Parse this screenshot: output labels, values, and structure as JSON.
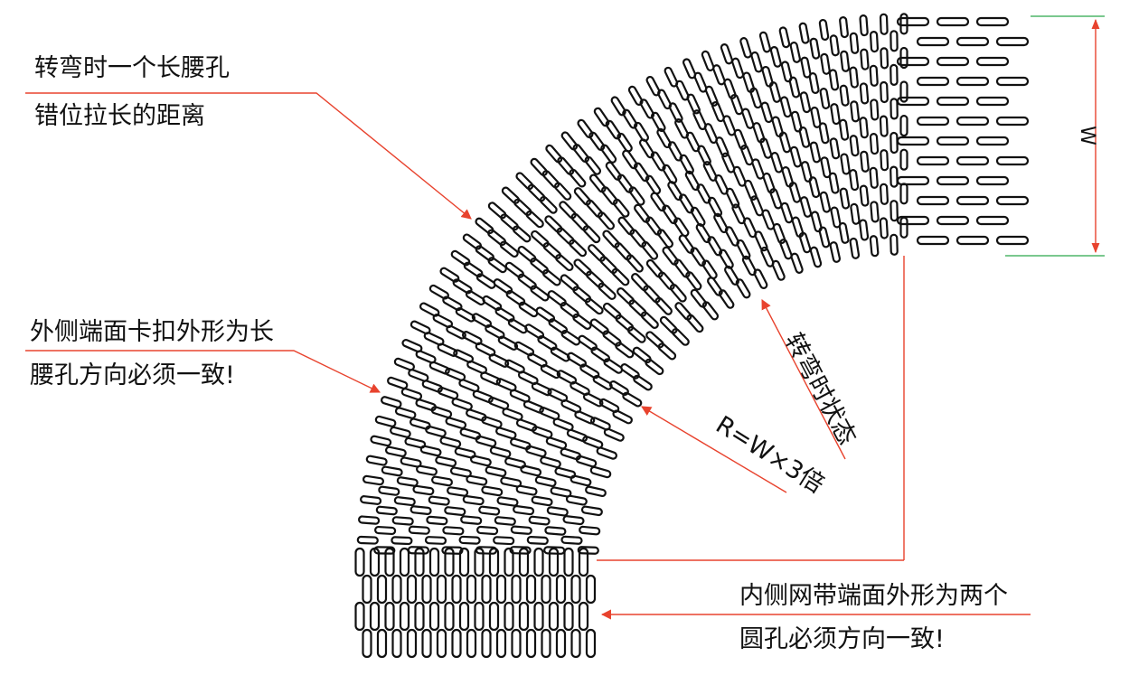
{
  "colors": {
    "ink": "#111111",
    "leader": "#e8432e",
    "dimension": "#2aa84a",
    "frame": "#e8432e"
  },
  "callouts": {
    "top_left": {
      "line1": "转弯时一个长腰孔",
      "line2": "错位拉长的距离"
    },
    "mid_left": {
      "line1": "外侧端面卡扣外形为长",
      "line2": "腰孔方向必须一致!"
    },
    "bottom_right": {
      "line1": "内侧网带端面外形为两个",
      "line2": "圆孔必须方向一致!"
    }
  },
  "diagram_labels": {
    "turning_state": "转弯时状态",
    "radius_formula": "R=W×3倍",
    "width_symbol": "W"
  }
}
